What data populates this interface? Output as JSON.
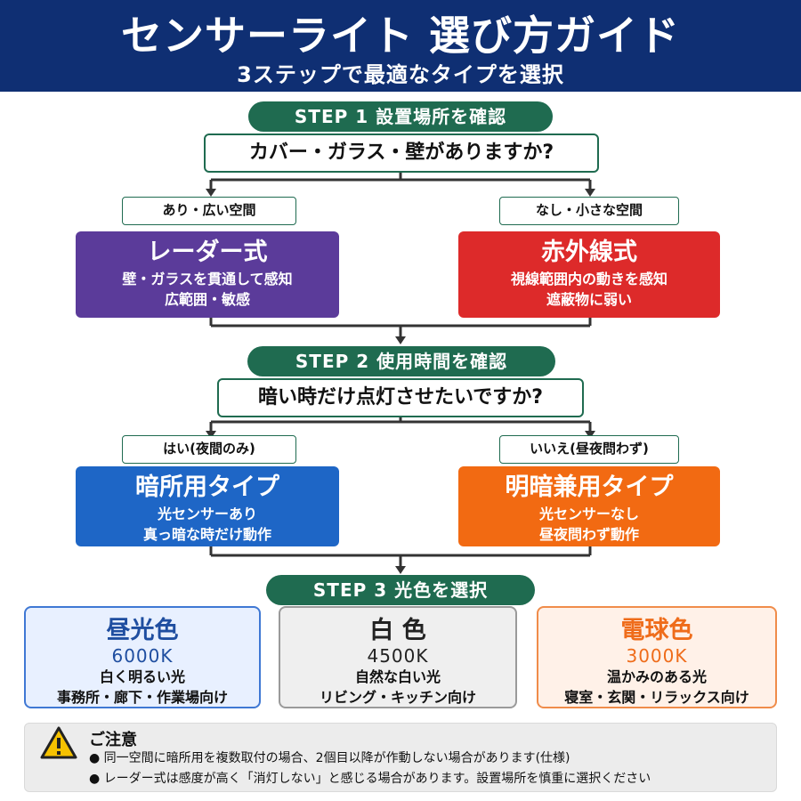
{
  "header": {
    "title": "センサーライト 選び方ガイド",
    "subtitle": "3ステップで最適なタイプを選択"
  },
  "step1": {
    "label": "STEP 1 設置場所を確認",
    "question": "カバー・ガラス・壁がありますか?",
    "left_option": "あり・広い空間",
    "right_option": "なし・小さな空間",
    "left_card": {
      "title": "レーダー式",
      "line1": "壁・ガラスを貫通して感知",
      "line2": "広範囲・敏感"
    },
    "right_card": {
      "title": "赤外線式",
      "line1": "視線範囲内の動きを感知",
      "line2": "遮蔽物に弱い"
    }
  },
  "step2": {
    "label": "STEP 2 使用時間を確認",
    "question": "暗い時だけ点灯させたいですか?",
    "left_option": "はい(夜間のみ)",
    "right_option": "いいえ(昼夜問わず)",
    "left_card": {
      "title": "暗所用タイプ",
      "line1": "光センサーあり",
      "line2": "真っ暗な時だけ動作"
    },
    "right_card": {
      "title": "明暗兼用タイプ",
      "line1": "光センサーなし",
      "line2": "昼夜問わず動作"
    }
  },
  "step3": {
    "label": "STEP 3 光色を選択",
    "colors": [
      {
        "title": "昼光色",
        "kelvin": "6000K",
        "desc": "白く明るい光",
        "use": "事務所・廊下・作業場向け",
        "accent": "#1f4ea0"
      },
      {
        "title": "白 色",
        "kelvin": "4500K",
        "desc": "自然な白い光",
        "use": "リビング・キッチン向け",
        "accent": "#222222"
      },
      {
        "title": "電球色",
        "kelvin": "3000K",
        "desc": "温かみのある光",
        "use": "寝室・玄関・リラックス向け",
        "accent": "#ef6c1a"
      }
    ]
  },
  "notice": {
    "icon": "warning-icon",
    "title": "ご注意",
    "items": [
      "● 同一空間に暗所用を複数取付の場合、2個目以降が作動しない場合があります(仕様)",
      "● レーダー式は感度が高く「消灯しない」と感じる場合があります。設置場所を慎重に選択ください"
    ]
  },
  "colors": {
    "header_bg": "#0f2f73",
    "step_green": "#1f6b50",
    "radar_purple": "#5b3b9a",
    "infrared_red": "#dd2a2a",
    "dark_blue": "#1e66c6",
    "dual_orange": "#f26a12"
  }
}
